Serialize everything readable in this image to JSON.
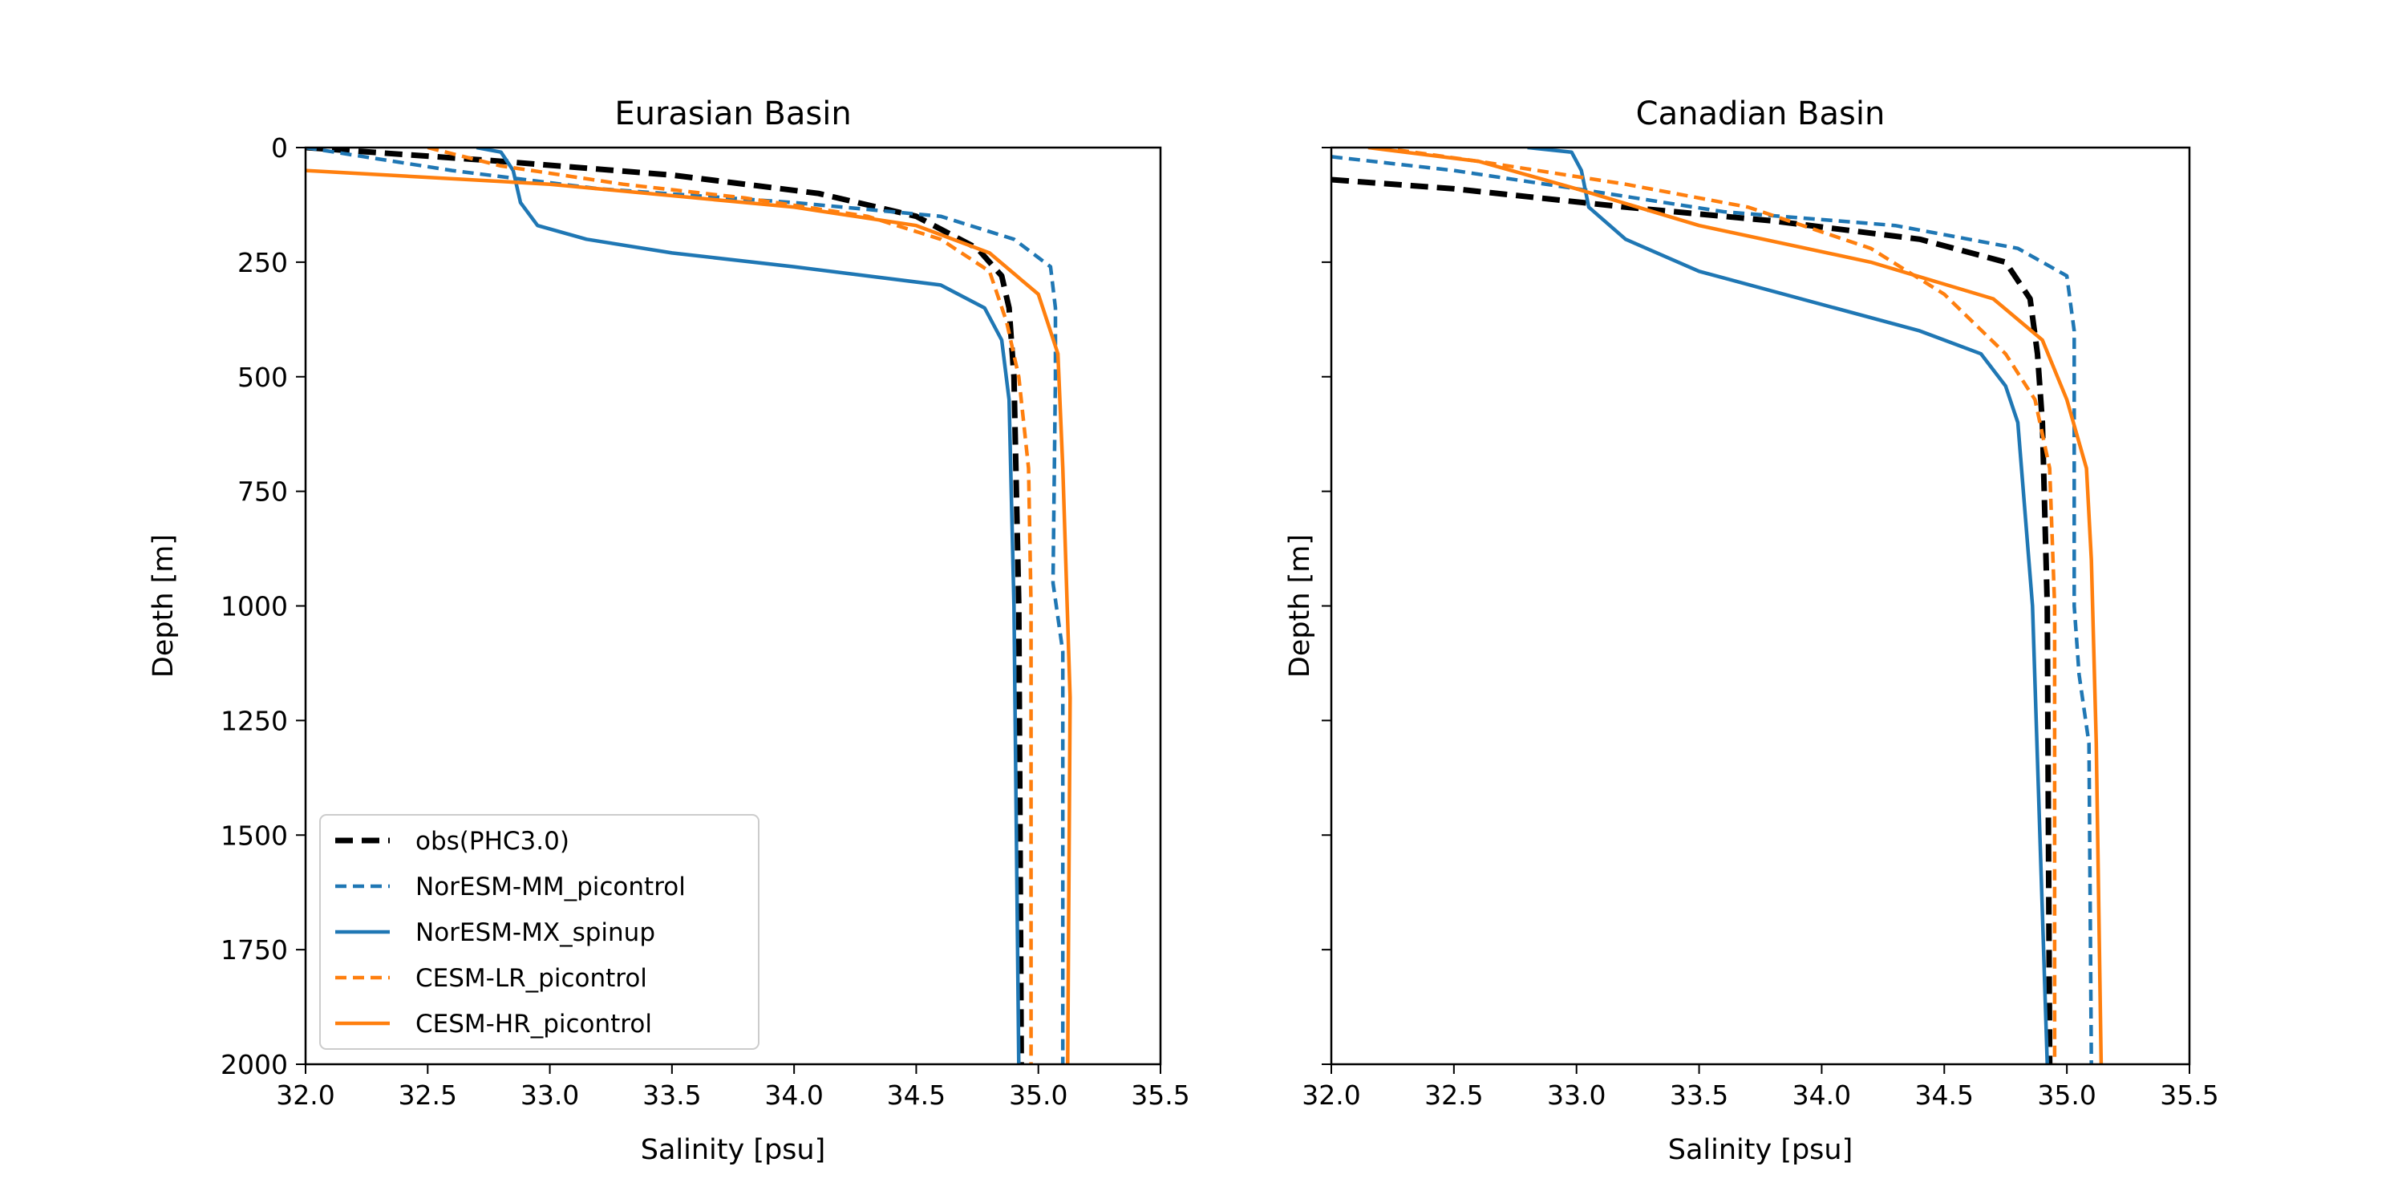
{
  "chart_data": [
    {
      "type": "line",
      "title": "Eurasian Basin",
      "xlabel": "Salinity [psu]",
      "ylabel": "Depth [m]",
      "xlim": [
        32.0,
        35.5
      ],
      "ylim": [
        2000,
        0
      ],
      "xticks": [
        "32.0",
        "32.5",
        "33.0",
        "33.5",
        "34.0",
        "34.5",
        "35.0",
        "35.5"
      ],
      "yticks": [
        "0",
        "250",
        "500",
        "750",
        "1000",
        "1250",
        "1500",
        "1750",
        "2000"
      ],
      "legend": "lower-left",
      "series": [
        {
          "name": "obs(PHC3.0)",
          "color": "#000000",
          "style": "dashed-thick",
          "points": [
            [
              32.0,
              0
            ],
            [
              32.8,
              30
            ],
            [
              33.5,
              60
            ],
            [
              34.1,
              100
            ],
            [
              34.5,
              150
            ],
            [
              34.75,
              220
            ],
            [
              34.85,
              280
            ],
            [
              34.88,
              350
            ],
            [
              34.9,
              500
            ],
            [
              34.92,
              1000
            ],
            [
              34.93,
              2000
            ]
          ]
        },
        {
          "name": "NorESM-MM_picontrol",
          "color": "#1f77b4",
          "style": "dashed",
          "points": [
            [
              32.0,
              0
            ],
            [
              32.6,
              50
            ],
            [
              33.2,
              90
            ],
            [
              34.0,
              120
            ],
            [
              34.6,
              150
            ],
            [
              34.9,
              200
            ],
            [
              35.05,
              260
            ],
            [
              35.07,
              350
            ],
            [
              35.07,
              500
            ],
            [
              35.06,
              950
            ],
            [
              35.1,
              1100
            ],
            [
              35.1,
              2000
            ]
          ]
        },
        {
          "name": "NorESM-MX_spinup",
          "color": "#1f77b4",
          "style": "solid",
          "points": [
            [
              32.7,
              0
            ],
            [
              32.8,
              10
            ],
            [
              32.85,
              50
            ],
            [
              32.88,
              120
            ],
            [
              32.95,
              170
            ],
            [
              33.15,
              200
            ],
            [
              33.5,
              230
            ],
            [
              34.0,
              260
            ],
            [
              34.6,
              300
            ],
            [
              34.78,
              350
            ],
            [
              34.85,
              420
            ],
            [
              34.88,
              550
            ],
            [
              34.9,
              1000
            ],
            [
              34.92,
              2000
            ]
          ]
        },
        {
          "name": "CESM-LR_picontrol",
          "color": "#ff7f0e",
          "style": "dashed",
          "points": [
            [
              32.5,
              0
            ],
            [
              32.8,
              40
            ],
            [
              33.3,
              80
            ],
            [
              33.8,
              110
            ],
            [
              34.3,
              150
            ],
            [
              34.6,
              200
            ],
            [
              34.8,
              270
            ],
            [
              34.87,
              380
            ],
            [
              34.92,
              500
            ],
            [
              34.96,
              700
            ],
            [
              34.97,
              1000
            ],
            [
              34.97,
              2000
            ]
          ]
        },
        {
          "name": "CESM-HR_picontrol",
          "color": "#ff7f0e",
          "style": "solid",
          "points": [
            [
              32.0,
              50
            ],
            [
              33.0,
              80
            ],
            [
              34.0,
              130
            ],
            [
              34.5,
              170
            ],
            [
              34.8,
              230
            ],
            [
              35.0,
              320
            ],
            [
              35.08,
              450
            ],
            [
              35.1,
              700
            ],
            [
              35.13,
              1200
            ],
            [
              35.12,
              2000
            ]
          ]
        }
      ]
    },
    {
      "type": "line",
      "title": "Canadian Basin",
      "xlabel": "Salinity [psu]",
      "ylabel": "Depth [m]",
      "xlim": [
        32.0,
        35.5
      ],
      "ylim": [
        2000,
        0
      ],
      "xticks": [
        "32.0",
        "32.5",
        "33.0",
        "33.5",
        "34.0",
        "34.5",
        "35.0",
        "35.5"
      ],
      "yticks": [],
      "series": [
        {
          "name": "obs(PHC3.0)",
          "color": "#000000",
          "style": "dashed-thick",
          "points": [
            [
              32.0,
              70
            ],
            [
              32.5,
              90
            ],
            [
              33.2,
              130
            ],
            [
              33.8,
              160
            ],
            [
              34.4,
              200
            ],
            [
              34.75,
              250
            ],
            [
              34.85,
              330
            ],
            [
              34.88,
              450
            ],
            [
              34.9,
              600
            ],
            [
              34.92,
              1000
            ],
            [
              34.93,
              2000
            ]
          ]
        },
        {
          "name": "NorESM-MM_picontrol",
          "color": "#1f77b4",
          "style": "dashed",
          "points": [
            [
              32.0,
              20
            ],
            [
              32.5,
              50
            ],
            [
              33.0,
              90
            ],
            [
              33.6,
              140
            ],
            [
              34.3,
              170
            ],
            [
              34.8,
              220
            ],
            [
              35.0,
              280
            ],
            [
              35.03,
              400
            ],
            [
              35.03,
              1000
            ],
            [
              35.05,
              1150
            ],
            [
              35.09,
              1300
            ],
            [
              35.1,
              2000
            ]
          ]
        },
        {
          "name": "NorESM-MX_spinup",
          "color": "#1f77b4",
          "style": "solid",
          "points": [
            [
              32.8,
              0
            ],
            [
              32.98,
              10
            ],
            [
              33.02,
              50
            ],
            [
              33.05,
              130
            ],
            [
              33.2,
              200
            ],
            [
              33.5,
              270
            ],
            [
              34.4,
              400
            ],
            [
              34.65,
              450
            ],
            [
              34.75,
              520
            ],
            [
              34.8,
              600
            ],
            [
              34.86,
              1000
            ],
            [
              34.92,
              2000
            ]
          ]
        },
        {
          "name": "CESM-LR_picontrol",
          "color": "#ff7f0e",
          "style": "dashed",
          "points": [
            [
              32.2,
              0
            ],
            [
              32.6,
              30
            ],
            [
              33.2,
              80
            ],
            [
              33.7,
              130
            ],
            [
              34.2,
              220
            ],
            [
              34.5,
              320
            ],
            [
              34.75,
              450
            ],
            [
              34.87,
              550
            ],
            [
              34.93,
              700
            ],
            [
              34.95,
              1000
            ],
            [
              34.95,
              2000
            ]
          ]
        },
        {
          "name": "CESM-HR_picontrol",
          "color": "#ff7f0e",
          "style": "solid",
          "points": [
            [
              32.15,
              0
            ],
            [
              32.6,
              30
            ],
            [
              33.0,
              90
            ],
            [
              33.5,
              170
            ],
            [
              34.2,
              250
            ],
            [
              34.7,
              330
            ],
            [
              34.9,
              420
            ],
            [
              35.0,
              550
            ],
            [
              35.08,
              700
            ],
            [
              35.1,
              900
            ],
            [
              35.12,
              1300
            ],
            [
              35.14,
              2000
            ]
          ]
        }
      ]
    }
  ]
}
